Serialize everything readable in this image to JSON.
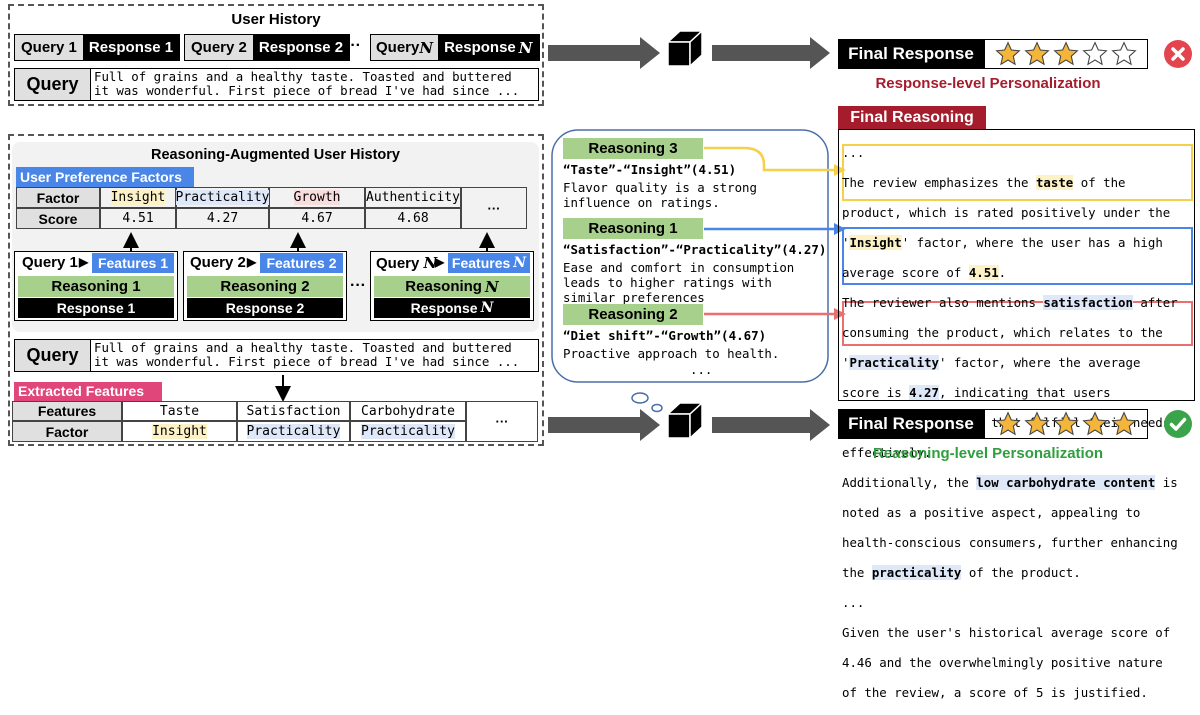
{
  "user_history": {
    "title": "User History",
    "query1": "Query 1",
    "response1": "Response 1",
    "query2": "Query 2",
    "response2": "Response 2",
    "ellipsis": "···",
    "queryN": "Query ",
    "responseN": "Response ",
    "n": "N",
    "query_label": "Query",
    "query_text_1": "Full of grains and a healthy taste. Toasted and buttered",
    "query_text_2": "it was wonderful. First piece of bread I've had since ..."
  },
  "top_output": {
    "final_response": "Final Response",
    "label": "Response-level Personalization",
    "stars_filled": 3,
    "stars_total": 5,
    "status": "wrong"
  },
  "augmented": {
    "title": "Reasoning-Augmented User History",
    "pref_title": "User Preference Factors",
    "factor_label": "Factor",
    "score_label": "Score",
    "factors": [
      {
        "name": "Insight",
        "score": "4.51",
        "color": "#fdf1c6"
      },
      {
        "name": "Practicality",
        "score": "4.27",
        "color": "#dfe8f8"
      },
      {
        "name": "Growth",
        "score": "4.67",
        "color": "#f9dcdc"
      },
      {
        "name": "Authenticity",
        "score": "4.68",
        "color": "#ffffff"
      }
    ],
    "more": "···",
    "q1": "Query 1",
    "f1": "Features 1",
    "r1": "Reasoning 1",
    "resp1": "Response 1",
    "q2": "Query 2",
    "f2": "Features 2",
    "r2": "Reasoning 2",
    "resp2": "Response 2",
    "qN": "Query ",
    "fN": "Features ",
    "rN": "Reasoning ",
    "respN": "Response ",
    "n": "N",
    "ellipsis": "···"
  },
  "query2": {
    "label": "Query",
    "text_1": "Full of grains and a healthy taste. Toasted and buttered",
    "text_2": "it was wonderful. First piece of bread I've had since ..."
  },
  "extracted": {
    "title": "Extracted Features",
    "features_label": "Features",
    "factor_label": "Factor",
    "features": [
      "Taste",
      "Satisfaction",
      "Carbohydrate"
    ],
    "factors": [
      "Insight",
      "Practicality",
      "Practicality"
    ],
    "more": "···"
  },
  "bubble": {
    "r3_title": "Reasoning 3",
    "r3_pair": "“Taste”-“Insight”(4.51)",
    "r3_text_1": "Flavor quality is a strong",
    "r3_text_2": "influence on ratings.",
    "r1_title": "Reasoning 1",
    "r1_pair": "“Satisfaction”-“Practicality”(4.27)",
    "r1_text_1": "Ease and comfort in consumption",
    "r1_text_2": "leads to higher ratings with",
    "r1_text_3": "similar preferences",
    "r2_title": "Reasoning 2",
    "r2_pair": "“Diet shift”-“Growth”(4.67)",
    "r2_text_1": "Proactive approach to health.",
    "dots": "..."
  },
  "final_reasoning": {
    "title": "Final Reasoning",
    "lines": [
      "...",
      "The review emphasizes the taste of the",
      "product, which is rated positively under the",
      "'Insight' factor, where the user has a high",
      "average score of 4.51.",
      "The reviewer also mentions satisfaction after",
      "consuming the product, which relates to the",
      "'Practicality' factor, where the average",
      "score is 4.27, indicating that users",
      "appreciate products that fulfill their needs",
      "effectively.",
      "Additionally, the low carbohydrate content is",
      "noted as a positive aspect, appealing to",
      "health-conscious consumers, further enhancing",
      "the practicality of the product.",
      "...",
      "Given the user's historical average score of",
      "4.46 and the overwhelmingly positive nature",
      "of the review, a score of 5 is justified."
    ]
  },
  "bottom_output": {
    "final_response": "Final Response",
    "label": "Reasoning-level Personalization",
    "stars_filled": 5,
    "stars_total": 5,
    "status": "correct"
  },
  "colors": {
    "yellow": "#f5d04b",
    "blue": "#4a86e8",
    "red": "#ea7070",
    "dark_red": "#a51d2d",
    "green": "#2e9e3e",
    "star": "#f4b63a"
  }
}
